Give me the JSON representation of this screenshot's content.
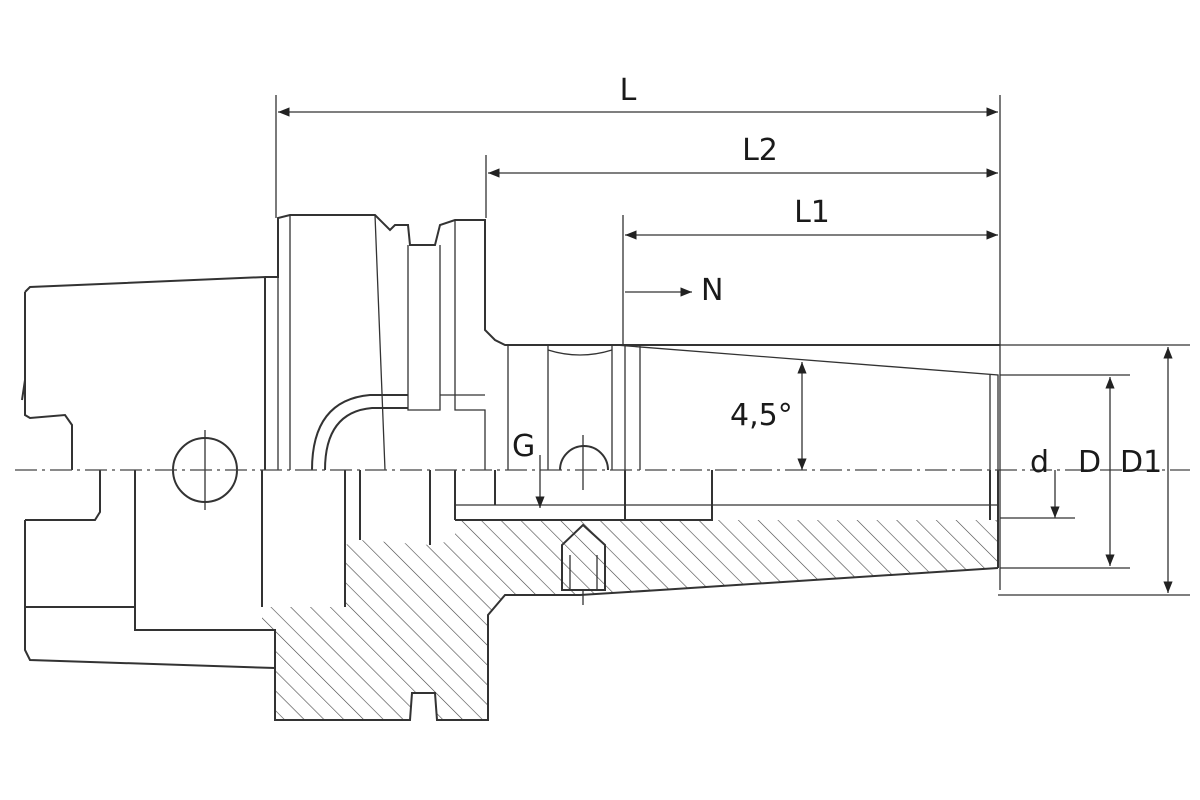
{
  "drawing": {
    "labels": {
      "L": "L",
      "L2": "L2",
      "L1": "L1",
      "N": "N",
      "angle": "4,5°",
      "G": "G",
      "d": "d",
      "D": "D",
      "D1": "D1"
    }
  }
}
